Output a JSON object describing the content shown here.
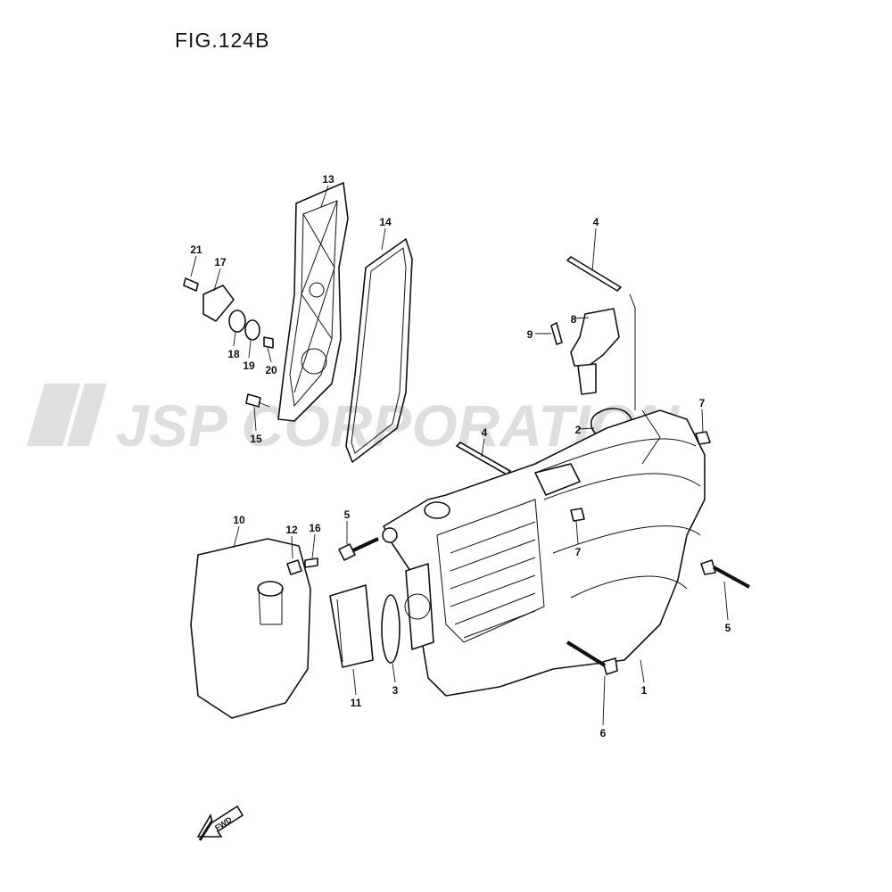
{
  "figure_title": "FIG.124B",
  "watermark": "JSP CORPORATION",
  "direction_arrow": "FWD",
  "callouts": {
    "c1": "1",
    "c2": "2",
    "c3": "3",
    "c4a": "4",
    "c4b": "4",
    "c5a": "5",
    "c5b": "5",
    "c6": "6",
    "c7a": "7",
    "c7b": "7",
    "c8": "8",
    "c9": "9",
    "c10": "10",
    "c11": "11",
    "c12": "12",
    "c13": "13",
    "c14": "14",
    "c15": "15",
    "c16": "16",
    "c17": "17",
    "c18": "18",
    "c19": "19",
    "c20": "20",
    "c21": "21"
  }
}
